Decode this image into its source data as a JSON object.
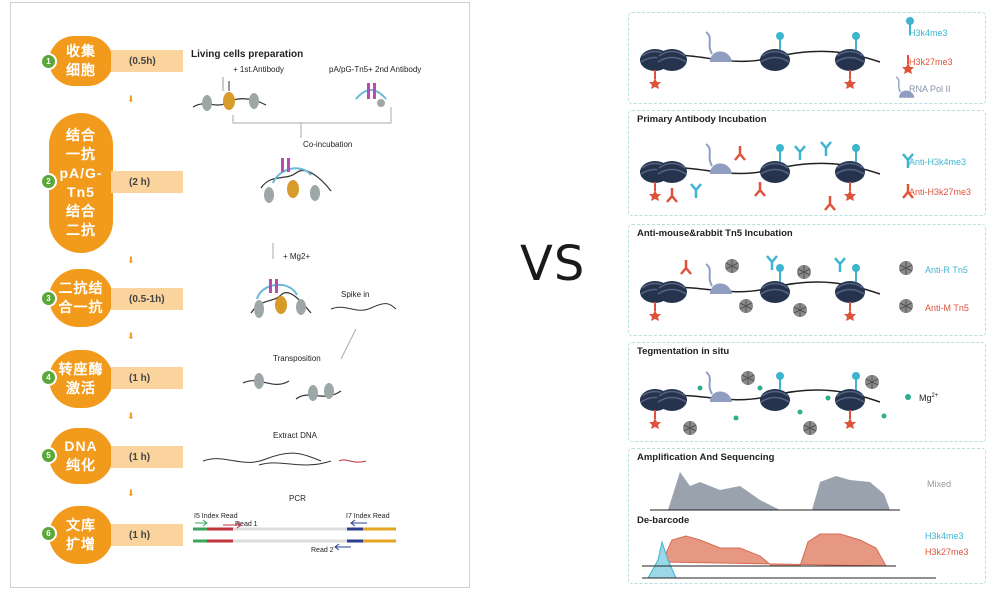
{
  "left": {
    "steps": [
      {
        "num": "1",
        "text": "收集\n细胞",
        "duration": "(0.5h)"
      },
      {
        "num": "2",
        "text": "结合\n一抗\npA/G-\nTn5\n结合\n二抗",
        "duration": "(2 h)"
      },
      {
        "num": "3",
        "text": "二抗结\n合一抗",
        "duration": "(0.5-1h)"
      },
      {
        "num": "4",
        "text": "转座酶\n激活",
        "duration": "(1 h)"
      },
      {
        "num": "5",
        "text": "DNA\n纯化",
        "duration": "(1 h)"
      },
      {
        "num": "6",
        "text": "文库\n扩增",
        "duration": "(1 h)"
      }
    ],
    "down_arrow": "⬇",
    "labels": {
      "living_cells": "Living cells preparation",
      "first_antibody": "+ 1st.Antibody",
      "second_antibody": "pA/pG-Tn5+ 2nd Antibody",
      "co_incubation": "Co-incubation",
      "mg2": "+ Mg2+",
      "spike_in": "Spike in",
      "transposition": "Transposition",
      "extract_dna": "Extract DNA",
      "pcr": "PCR",
      "i5": "I5 Index Read",
      "read1": "Read 1",
      "i7": "I7 Index Read",
      "read2": "Read 2"
    }
  },
  "vs": "VS",
  "right": {
    "panels": [
      {
        "title": "",
        "legend": [
          {
            "text": "H3k4me3",
            "color": "teal"
          },
          {
            "text": "H3k27me3",
            "color": "red"
          },
          {
            "text": "RNA Pol II",
            "color": "gray"
          }
        ]
      },
      {
        "title": "Primary Antibody Incubation",
        "legend": [
          {
            "text": "Anti-H3k4me3",
            "color": "teal"
          },
          {
            "text": "Anti-H3k27me3",
            "color": "red"
          }
        ]
      },
      {
        "title": "Anti-mouse&rabbit Tn5 Incubation",
        "legend": [
          {
            "text": "Anti-R Tn5",
            "color": "teal"
          },
          {
            "text": "Anti-M Tn5",
            "color": "red"
          }
        ]
      },
      {
        "title": "Tegmentation in situ",
        "legend": [
          {
            "text": "Mg",
            "sup": "2+",
            "color": "dark"
          }
        ]
      },
      {
        "title": "Amplification And Sequencing",
        "legend": [
          {
            "text": "Mixed",
            "color": "gray"
          }
        ]
      }
    ],
    "debarcode": {
      "title": "De-barcode",
      "legend": [
        "H3k4me3",
        "H3k27me3"
      ]
    }
  },
  "colors": {
    "orange": "#f29a1b",
    "green": "#5aa83a",
    "teal": "#3fb4cf",
    "red": "#e0533b",
    "navy": "#26334f",
    "gray": "#8e9aa6"
  }
}
